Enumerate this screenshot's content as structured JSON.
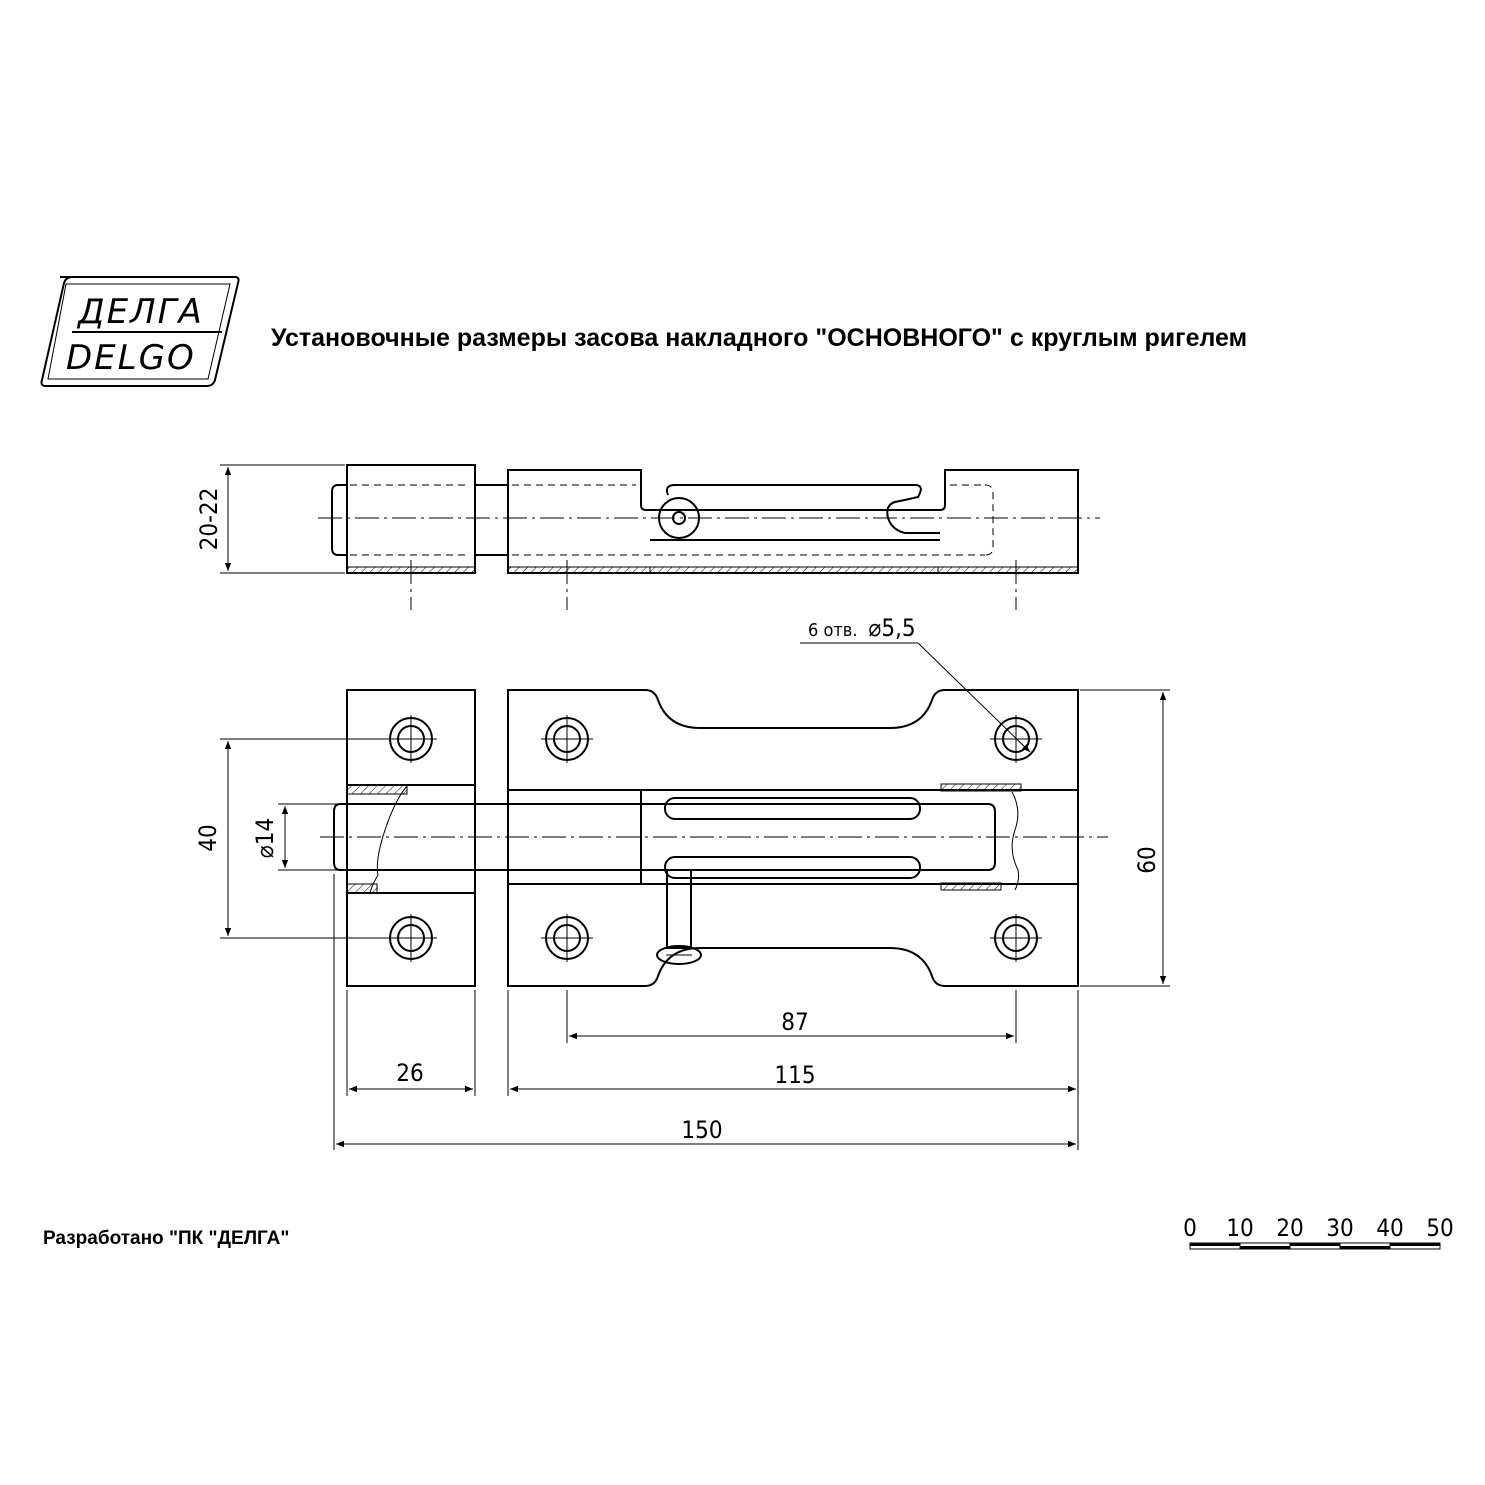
{
  "logo": {
    "line1": "ДЕЛГА",
    "line2": "DELGO"
  },
  "title": "Установочные размеры засова накладного \"ОСНОВНОГО\" с круглым ригелем",
  "credit": "Разработано \"ПК \"ДЕЛГА\"",
  "dimensions": {
    "thickness": "20-22",
    "holes_note": {
      "count": "6 отв.",
      "diameter": "⌀5,5"
    },
    "hole_spacing": "40",
    "bolt_diameter": "⌀14",
    "height": "60",
    "hole_pitch": "87",
    "keeper_width": "26",
    "body_width": "115",
    "overall_width": "150"
  },
  "scale": {
    "labels": [
      "0",
      "10",
      "20",
      "30",
      "40",
      "50"
    ]
  }
}
